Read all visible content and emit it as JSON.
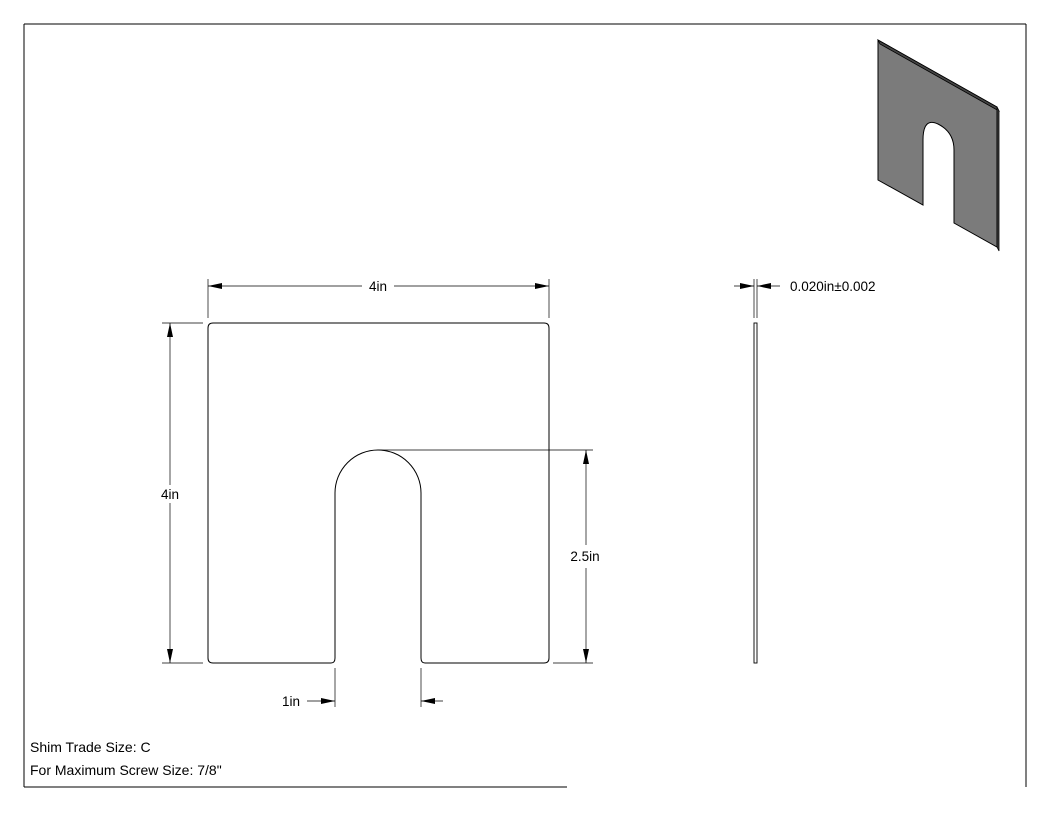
{
  "dimensions": {
    "width": "4in",
    "height": "4in",
    "slot_depth": "2.5in",
    "slot_width": "1in",
    "thickness": "0.020in±0.002"
  },
  "notes": {
    "trade_size": "Shim Trade Size: C",
    "max_screw": "For Maximum Screw Size: 7/8\""
  },
  "colors": {
    "shim_fill": "#7b7b7b",
    "line": "#000000"
  }
}
